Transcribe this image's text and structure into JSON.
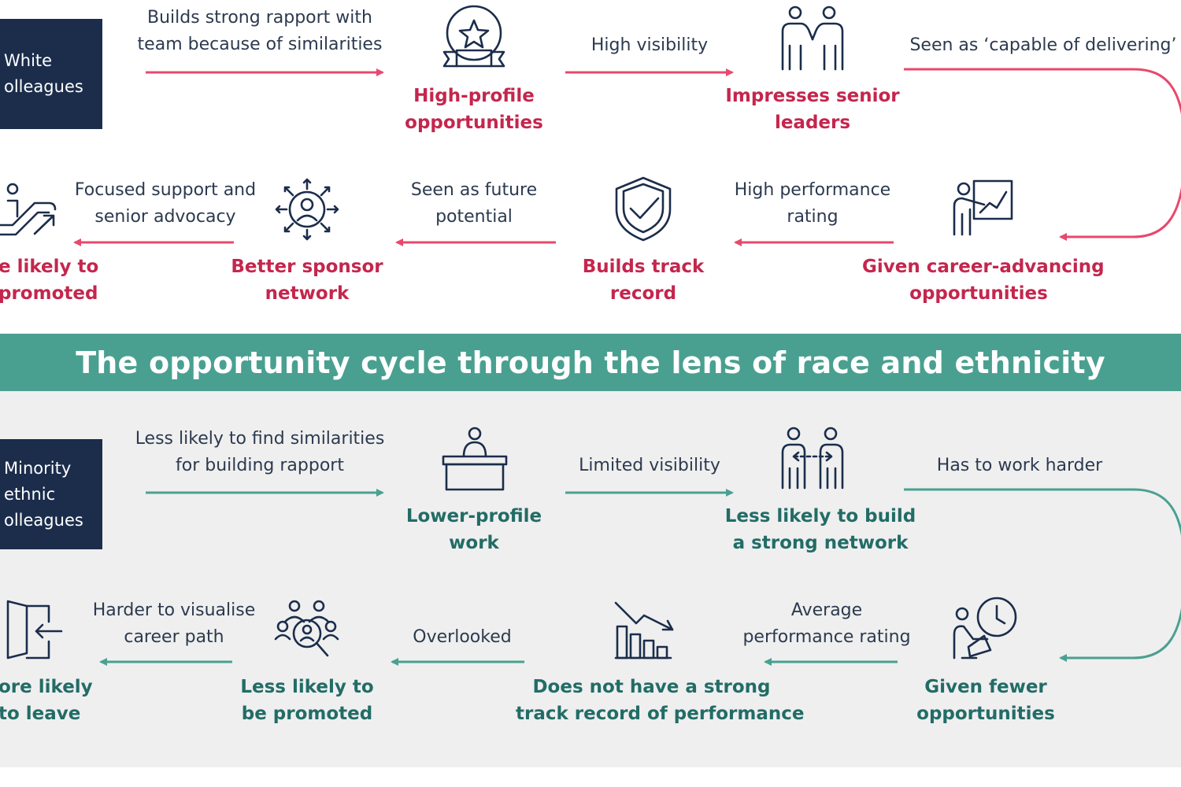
{
  "colors": {
    "red": "#c4264d",
    "teal": "#226c66",
    "navy": "#1b2d4b",
    "banner": "#4aa090",
    "text": "#2c3a4f"
  },
  "banner_title": "The opportunity cycle through the lens of race and ethnicity",
  "white": {
    "group_label": [
      "White",
      "olleagues"
    ],
    "steps": [
      {
        "label": [
          "Builds strong rapport with",
          "team because of similarities"
        ]
      },
      {
        "node": [
          "High-profile",
          "opportunities"
        ],
        "icon": "star-award-icon"
      },
      {
        "label": [
          "High visibility"
        ]
      },
      {
        "node": [
          "Impresses senior",
          "leaders"
        ],
        "icon": "people-handshake-icon"
      },
      {
        "label": [
          "Seen as ‘capable of delivering’"
        ]
      },
      {
        "node": [
          "Given career-advancing",
          "opportunities"
        ],
        "icon": "presenter-chart-icon"
      },
      {
        "label": [
          "High performance",
          "rating"
        ]
      },
      {
        "node": [
          "Builds track",
          "record"
        ],
        "icon": "shield-check-icon"
      },
      {
        "label": [
          "Seen as future",
          "potential"
        ]
      },
      {
        "node": [
          "Better sponsor",
          "network"
        ],
        "icon": "person-network-icon"
      },
      {
        "label": [
          "Focused support and",
          "senior advocacy"
        ]
      },
      {
        "node": [
          "e likely to",
          "promoted"
        ],
        "icon": "escalator-icon"
      }
    ]
  },
  "minority": {
    "group_label": [
      "Minority",
      "ethnic",
      "olleagues"
    ],
    "steps": [
      {
        "label": [
          "Less likely to find similarities",
          "for building rapport"
        ]
      },
      {
        "node": [
          "Lower-profile",
          "work"
        ],
        "icon": "person-desk-icon"
      },
      {
        "label": [
          "Limited visibility"
        ]
      },
      {
        "node": [
          "Less likely to build",
          "a strong network"
        ],
        "icon": "people-apart-icon"
      },
      {
        "label": [
          "Has to work harder"
        ]
      },
      {
        "node": [
          "Given fewer",
          "opportunities"
        ],
        "icon": "person-laptop-clock-icon"
      },
      {
        "label": [
          "Average",
          "performance rating"
        ]
      },
      {
        "node": [
          "Does not have a strong",
          "track record of performance"
        ],
        "icon": "declining-chart-icon"
      },
      {
        "label": [
          "Overlooked"
        ]
      },
      {
        "node": [
          "Less likely to",
          "be promoted"
        ],
        "icon": "people-search-icon"
      },
      {
        "label": [
          "Harder to visualise",
          "career path"
        ]
      },
      {
        "node": [
          "ore likely",
          "to leave"
        ],
        "icon": "exit-door-icon"
      }
    ]
  }
}
